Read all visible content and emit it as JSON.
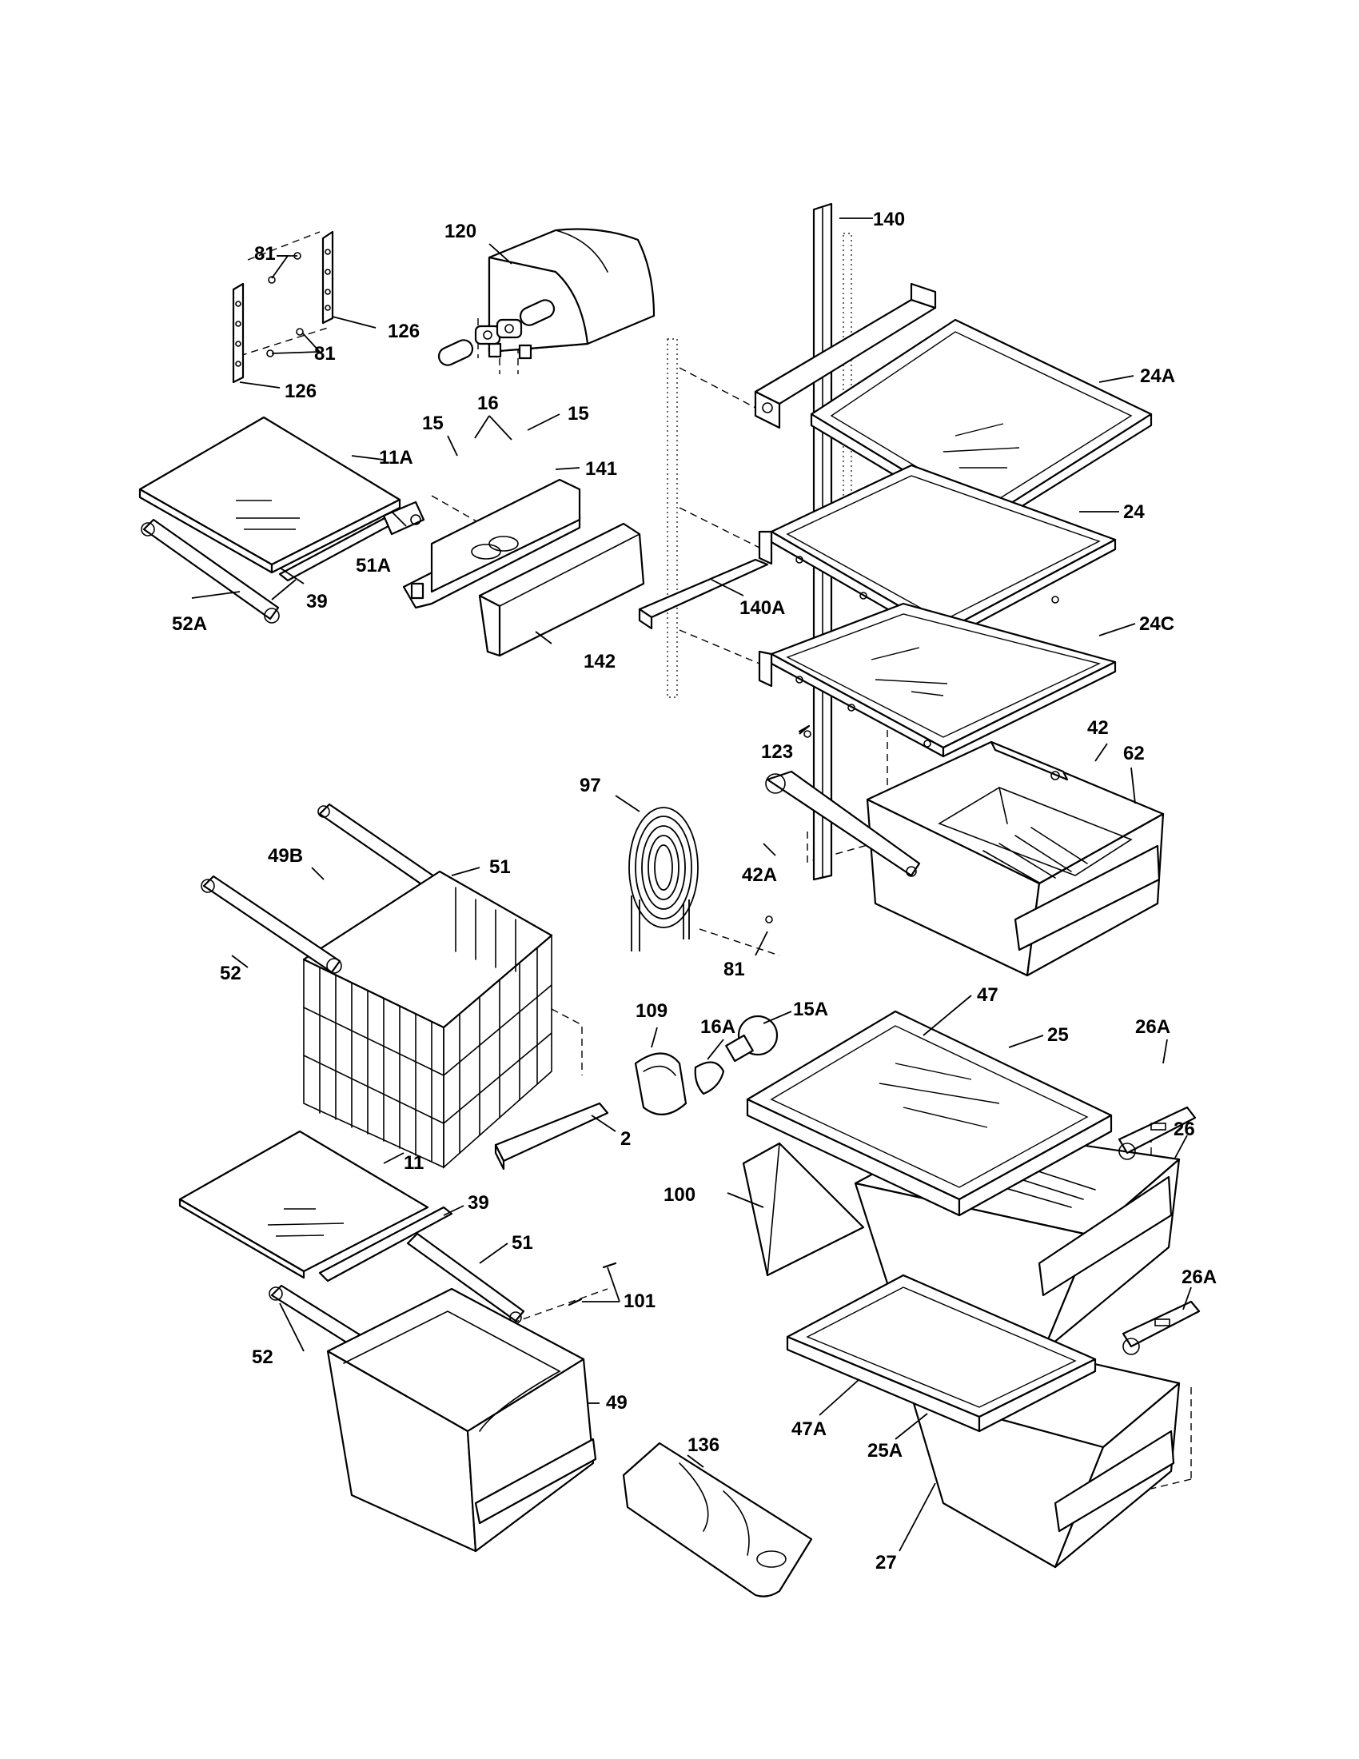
{
  "callouts": [
    {
      "id": "c140",
      "text": "140"
    },
    {
      "id": "c120",
      "text": "120"
    },
    {
      "id": "c81a",
      "text": "81"
    },
    {
      "id": "c126a",
      "text": "126"
    },
    {
      "id": "c81b",
      "text": "81"
    },
    {
      "id": "c126b",
      "text": "126"
    },
    {
      "id": "c24A",
      "text": "24A"
    },
    {
      "id": "c16",
      "text": "16"
    },
    {
      "id": "c15a",
      "text": "15"
    },
    {
      "id": "c15b",
      "text": "15"
    },
    {
      "id": "c11A",
      "text": "11A"
    },
    {
      "id": "c141",
      "text": "141"
    },
    {
      "id": "c24",
      "text": "24"
    },
    {
      "id": "c51A",
      "text": "51A"
    },
    {
      "id": "c39a",
      "text": "39"
    },
    {
      "id": "c52A",
      "text": "52A"
    },
    {
      "id": "c140A",
      "text": "140A"
    },
    {
      "id": "c24C",
      "text": "24C"
    },
    {
      "id": "c142",
      "text": "142"
    },
    {
      "id": "c123",
      "text": "123"
    },
    {
      "id": "c42",
      "text": "42"
    },
    {
      "id": "c62",
      "text": "62"
    },
    {
      "id": "c97",
      "text": "97"
    },
    {
      "id": "c42A",
      "text": "42A"
    },
    {
      "id": "c49B",
      "text": "49B"
    },
    {
      "id": "c51a",
      "text": "51"
    },
    {
      "id": "c52a",
      "text": "52"
    },
    {
      "id": "c81c",
      "text": "81"
    },
    {
      "id": "c109",
      "text": "109"
    },
    {
      "id": "c16A",
      "text": "16A"
    },
    {
      "id": "c15A",
      "text": "15A"
    },
    {
      "id": "c47",
      "text": "47"
    },
    {
      "id": "c26Aa",
      "text": "26A"
    },
    {
      "id": "c25",
      "text": "25"
    },
    {
      "id": "c2",
      "text": "2"
    },
    {
      "id": "c26",
      "text": "26"
    },
    {
      "id": "c11",
      "text": "11"
    },
    {
      "id": "c100",
      "text": "100"
    },
    {
      "id": "c39b",
      "text": "39"
    },
    {
      "id": "c51b",
      "text": "51"
    },
    {
      "id": "c101",
      "text": "101"
    },
    {
      "id": "c26Ab",
      "text": "26A"
    },
    {
      "id": "c52b",
      "text": "52"
    },
    {
      "id": "c49",
      "text": "49"
    },
    {
      "id": "c47A",
      "text": "47A"
    },
    {
      "id": "c136",
      "text": "136"
    },
    {
      "id": "c25A",
      "text": "25A"
    },
    {
      "id": "c27",
      "text": "27"
    }
  ]
}
